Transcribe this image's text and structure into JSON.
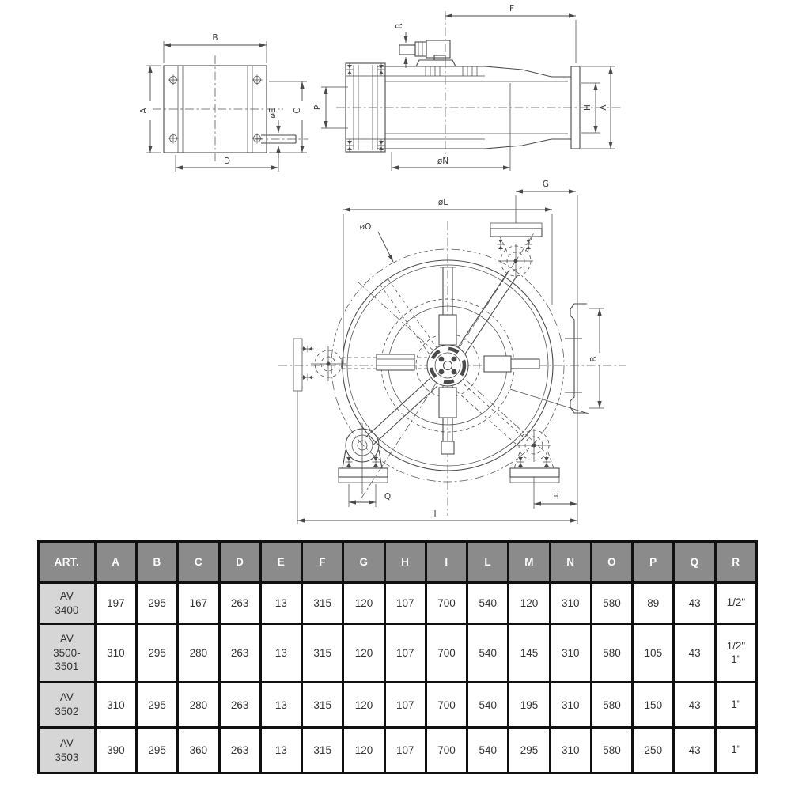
{
  "drawing": {
    "view_front": {
      "dim_b": "B",
      "dim_a": "A",
      "dim_c": "C",
      "dim_e": "øE",
      "dim_d": "D"
    },
    "view_side": {
      "dim_f": "F",
      "dim_r": "R",
      "dim_p": "P",
      "dim_h": "H",
      "dim_a": "A",
      "dim_n": "øN"
    },
    "view_reel": {
      "dim_g": "G",
      "dim_l": "øL",
      "dim_o": "øO",
      "dim_b": "B",
      "dim_q": "Q",
      "dim_h": "H",
      "dim_i": "I"
    }
  },
  "table": {
    "columns": [
      "ART.",
      "A",
      "B",
      "C",
      "D",
      "E",
      "F",
      "G",
      "H",
      "I",
      "L",
      "M",
      "N",
      "O",
      "P",
      "Q",
      "R"
    ],
    "rows": [
      {
        "art": "AV\n3400",
        "values": [
          "197",
          "295",
          "167",
          "263",
          "13",
          "315",
          "120",
          "107",
          "700",
          "540",
          "120",
          "310",
          "580",
          "89",
          "43",
          "1/2\""
        ]
      },
      {
        "art": "AV\n3500-\n3501",
        "values": [
          "310",
          "295",
          "280",
          "263",
          "13",
          "315",
          "120",
          "107",
          "700",
          "540",
          "145",
          "310",
          "580",
          "105",
          "43",
          "1/2\"\n1\""
        ]
      },
      {
        "art": "AV\n3502",
        "values": [
          "310",
          "295",
          "280",
          "263",
          "13",
          "315",
          "120",
          "107",
          "700",
          "540",
          "195",
          "310",
          "580",
          "150",
          "43",
          "1\""
        ]
      },
      {
        "art": "AV\n3503",
        "values": [
          "390",
          "295",
          "360",
          "263",
          "13",
          "315",
          "120",
          "107",
          "700",
          "540",
          "295",
          "310",
          "580",
          "250",
          "43",
          "1\""
        ]
      }
    ]
  },
  "colors": {
    "header_bg": "#8b8b8b",
    "art_col_bg": "#d6d6d6",
    "table_border": "#101010",
    "line": "#4a4a4a"
  }
}
